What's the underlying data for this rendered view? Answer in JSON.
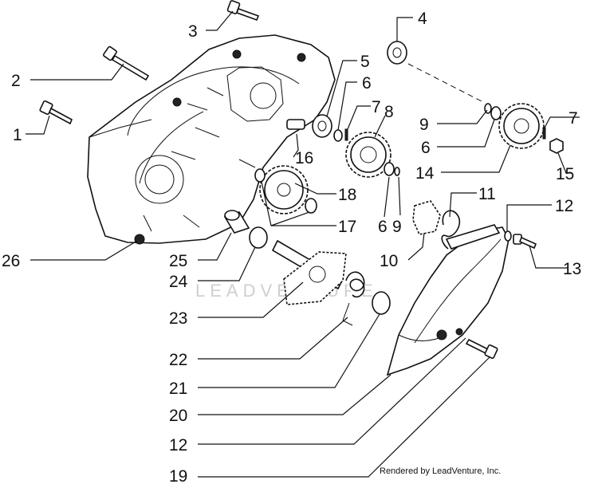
{
  "diagram": {
    "callouts": [
      {
        "id": "c1",
        "text": "1"
      },
      {
        "id": "c2",
        "text": "2"
      },
      {
        "id": "c3",
        "text": "3"
      },
      {
        "id": "c4",
        "text": "4"
      },
      {
        "id": "c5",
        "text": "5"
      },
      {
        "id": "c6a",
        "text": "6"
      },
      {
        "id": "c7a",
        "text": "7"
      },
      {
        "id": "c8",
        "text": "8"
      },
      {
        "id": "c9a",
        "text": "9"
      },
      {
        "id": "c6b",
        "text": "6"
      },
      {
        "id": "c7b",
        "text": "7"
      },
      {
        "id": "c14",
        "text": "14"
      },
      {
        "id": "c15",
        "text": "15"
      },
      {
        "id": "c16",
        "text": "16"
      },
      {
        "id": "c18",
        "text": "18"
      },
      {
        "id": "c17",
        "text": "17"
      },
      {
        "id": "c6c",
        "text": "6"
      },
      {
        "id": "c9b",
        "text": "9"
      },
      {
        "id": "c11",
        "text": "11"
      },
      {
        "id": "c12a",
        "text": "12"
      },
      {
        "id": "c13",
        "text": "13"
      },
      {
        "id": "c10",
        "text": "10"
      },
      {
        "id": "c26",
        "text": "26"
      },
      {
        "id": "c25",
        "text": "25"
      },
      {
        "id": "c24",
        "text": "24"
      },
      {
        "id": "c23",
        "text": "23"
      },
      {
        "id": "c22",
        "text": "22"
      },
      {
        "id": "c21",
        "text": "21"
      },
      {
        "id": "c20",
        "text": "20"
      },
      {
        "id": "c12b",
        "text": "12"
      },
      {
        "id": "c19",
        "text": "19"
      }
    ],
    "watermark": "LEADVENTURE",
    "footer": "Rendered by LeadVenture, Inc."
  }
}
